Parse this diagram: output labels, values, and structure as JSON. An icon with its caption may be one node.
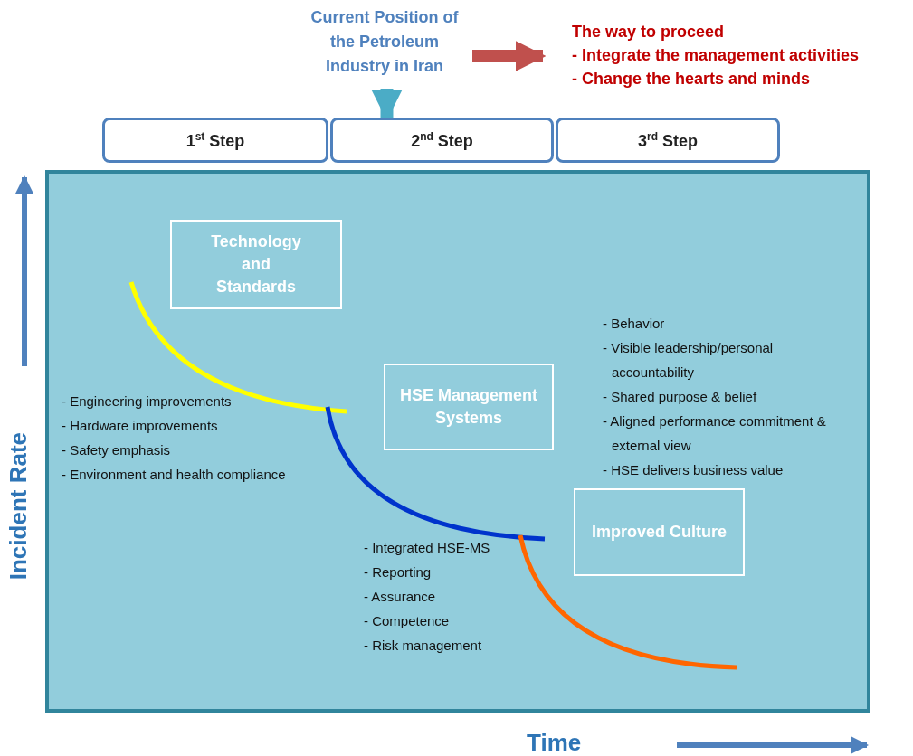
{
  "diagram": {
    "nodes": [
      {
        "text": [
          "Current Position of the Petroleum Industry in Iran"
        ]
      },
      {
        "text": [
          "The way to proceed",
          "- Integrate the management activities",
          "- Change the hearts and minds"
        ]
      },
      {
        "text": [
          "1$^{st}$ Step"
        ]
      },
      {
        "text": [
          "2$^{nd}$ Step"
        ]
      },
      {
        "text": [
          "3$^{rd}$ Step"
        ]
      },
      {
        "text": [],
        "shape": "box"
      },
      {
        "text": [
          "Technology and Standards"
        ],
        "in": 5
      },
      {
        "text": [
          "HSE Management Systems"
        ],
        "in": 5
      },
      {
        "text": [
          "Improved Culture"
        ],
        "in": 5
      }
    ],
    "edges": [
      {
        "from": 0,
        "to": 3,
        "arrow": "to",
        "color": "#4bacc6"
      },
      {
        "from": 0,
        "to": 1,
        "arrow": "to",
        "color": "#c0504d"
      }
    ],
    "labels": [
      "- Behavior",
      "- Visible leadership/personal accountability",
      "- Shared purpose & belief",
      "- Aligned performance commitment & external view",
      "- HSE delivers business value",
      "- Engineering improvements",
      "- Hardware improvements",
      "- Safety emphasis",
      "- Environment and health compliance",
      "- Integrated HSE-MS",
      "- Reporting",
      "- Assurance",
      "- Competence",
      "- Risk management",
      "Incident Rate",
      "Time"
    ]
  }
}
